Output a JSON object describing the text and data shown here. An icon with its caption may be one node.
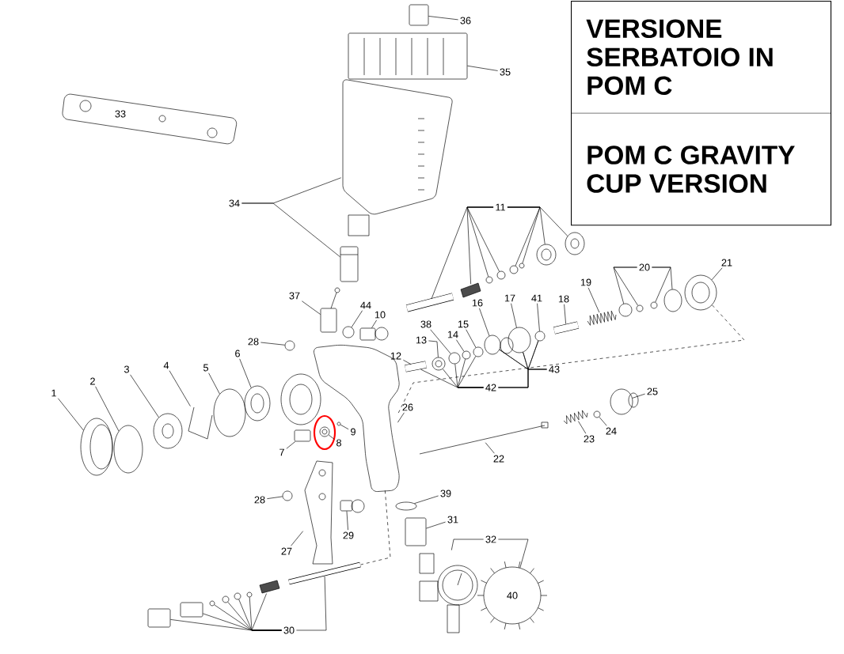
{
  "diagram": {
    "nodes": [
      {
        "text": [
          "VERSIONE SERBATOIO IN POM C",
          "POM C GRAVITY CUP VERSION"
        ]
      },
      {
        "text": [
          "1"
        ]
      },
      {
        "text": [
          "2"
        ]
      },
      {
        "text": [
          "3"
        ]
      },
      {
        "text": [
          "4"
        ]
      },
      {
        "text": [
          "5"
        ]
      },
      {
        "text": [
          "6"
        ]
      },
      {
        "text": [
          "7"
        ]
      },
      {
        "text": [
          "8"
        ]
      },
      {
        "text": [
          "9"
        ]
      },
      {
        "text": [
          "10"
        ]
      },
      {
        "text": [
          "11"
        ]
      },
      {
        "text": [
          "12"
        ]
      },
      {
        "text": [
          "13"
        ]
      },
      {
        "text": [
          "14"
        ]
      },
      {
        "text": [
          "15"
        ]
      },
      {
        "text": [
          "16"
        ]
      },
      {
        "text": [
          "17"
        ]
      },
      {
        "text": [
          "18"
        ]
      },
      {
        "text": [
          "19"
        ]
      },
      {
        "text": [
          "20"
        ]
      },
      {
        "text": [
          "21"
        ]
      },
      {
        "text": [
          "22"
        ]
      },
      {
        "text": [
          "23"
        ]
      },
      {
        "text": [
          "24"
        ]
      },
      {
        "text": [
          "25"
        ]
      },
      {
        "text": [
          "26"
        ]
      },
      {
        "text": [
          "27"
        ]
      },
      {
        "text": [
          "28"
        ]
      },
      {
        "text": [
          "28"
        ]
      },
      {
        "text": [
          "29"
        ]
      },
      {
        "text": [
          "30"
        ]
      },
      {
        "text": [
          "31"
        ]
      },
      {
        "text": [
          "32"
        ]
      },
      {
        "text": [
          "34"
        ]
      },
      {
        "text": [
          "35"
        ]
      },
      {
        "text": [
          "36"
        ]
      },
      {
        "text": [
          "37"
        ]
      },
      {
        "text": [
          "38"
        ]
      },
      {
        "text": [
          "39"
        ]
      },
      {
        "text": [
          "41"
        ]
      },
      {
        "text": [
          "42"
        ]
      },
      {
        "text": [
          "43"
        ]
      },
      {
        "text": [
          "44"
        ]
      },
      {
        "text": [
          "33"
        ]
      },
      {
        "text": [],
        "shape": "circle"
      },
      {
        "text": [],
        "shape": "circle"
      },
      {
        "text": [],
        "shape": "circle"
      },
      {
        "text": [],
        "shape": "picture"
      },
      {
        "text": [],
        "shape": "circle"
      },
      {
        "text": [],
        "shape": "circle"
      },
      {
        "text": [],
        "shape": "box"
      },
      {
        "text": [],
        "shape": "circle"
      },
      {
        "text": [],
        "shape": "circle"
      },
      {
        "text": [],
        "shape": "box"
      },
      {
        "text": [],
        "shape": "picture"
      },
      {
        "text": [],
        "shape": "picture"
      },
      {
        "text": [],
        "shape": "circle"
      },
      {
        "text": [],
        "shape": "circle"
      },
      {
        "text": [],
        "shape": "circle"
      },
      {
        "text": [],
        "shape": "circle"
      },
      {
        "text": [],
        "shape": "circle"
      },
      {
        "text": [],
        "shape": "circle"
      },
      {
        "text": [],
        "shape": "picture"
      },
      {
        "text": [],
        "shape": "circle"
      },
      {
        "text": [],
        "shape": "circle"
      },
      {
        "text": [],
        "shape": "circle"
      },
      {
        "text": [],
        "shape": "circle"
      },
      {
        "text": [],
        "shape": "circle"
      },
      {
        "text": [],
        "shape": "picture"
      },
      {
        "text": [],
        "shape": "picture"
      },
      {
        "text": [],
        "shape": "circle"
      },
      {
        "text": [],
        "shape": "circle"
      },
      {
        "text": [],
        "shape": "circle"
      },
      {
        "text": [],
        "shape": "circle"
      },
      {
        "text": [],
        "shape": "circle"
      },
      {
        "text": [],
        "shape": "picture"
      },
      {
        "text": [],
        "shape": "circle"
      },
      {
        "text": [],
        "shape": "picture"
      },
      {
        "text": [],
        "shape": "circle"
      },
      {
        "text": [],
        "shape": "circle"
      },
      {
        "text": [],
        "shape": "picture"
      },
      {
        "text": [],
        "shape": "picture"
      },
      {
        "text": [],
        "shape": "circle"
      },
      {
        "text": [],
        "shape": "circle"
      },
      {
        "text": [],
        "shape": "box"
      },
      {
        "text": [],
        "shape": "box"
      },
      {
        "text": [],
        "shape": "box"
      },
      {
        "text": [],
        "shape": "circle"
      },
      {
        "text": [],
        "shape": "circle"
      },
      {
        "text": [],
        "shape": "circle"
      },
      {
        "text": [],
        "shape": "circle"
      },
      {
        "text": [],
        "shape": "picture"
      },
      {
        "text": [],
        "shape": "picture"
      },
      {
        "text": [],
        "shape": "box"
      },
      {
        "text": [],
        "shape": "circle"
      },
      {
        "text": [],
        "shape": "picture"
      },
      {
        "text": [
          "40"
        ]
      },
      {
        "text": [],
        "shape": "picture"
      },
      {
        "text": [],
        "shape": "box"
      },
      {
        "text": [],
        "shape": "box"
      },
      {
        "text": [],
        "shape": "box"
      },
      {
        "text": [],
        "shape": "box"
      },
      {
        "text": [],
        "shape": "circle"
      },
      {
        "text": [],
        "shape": "circle"
      }
    ],
    "edges": [
      {
        "from": 1,
        "to": 45,
        "arrow": "none"
      },
      {
        "from": 2,
        "to": 46,
        "arrow": "none"
      },
      {
        "from": 3,
        "to": 47,
        "arrow": "none"
      },
      {
        "from": 4,
        "to": 48,
        "arrow": "none"
      },
      {
        "from": 5,
        "to": 49,
        "arrow": "none"
      },
      {
        "from": 6,
        "to": 50,
        "arrow": "none"
      },
      {
        "from": 7,
        "to": 51,
        "arrow": "none"
      },
      {
        "from": 8,
        "to": 52,
        "arrow": "none"
      },
      {
        "from": 9,
        "to": 53,
        "arrow": "none"
      },
      {
        "from": 10,
        "to": 54,
        "arrow": "none"
      },
      {
        "from": 11,
        "to": 55,
        "arrow": "none"
      },
      {
        "from": 11,
        "to": 56,
        "arrow": "none"
      },
      {
        "from": 11,
        "to": 57,
        "arrow": "none"
      },
      {
        "from": 11,
        "to": 58,
        "arrow": "none"
      },
      {
        "from": 11,
        "to": 59,
        "arrow": "none"
      },
      {
        "from": 11,
        "to": 60,
        "arrow": "none"
      },
      {
        "from": 11,
        "to": 61,
        "arrow": "none"
      },
      {
        "from": 11,
        "to": 62,
        "arrow": "none"
      },
      {
        "from": 12,
        "to": 63,
        "arrow": "none"
      },
      {
        "from": 13,
        "to": 64,
        "arrow": "none"
      },
      {
        "from": 14,
        "to": 65,
        "arrow": "none"
      },
      {
        "from": 15,
        "to": 66,
        "arrow": "none"
      },
      {
        "from": 16,
        "to": 67,
        "arrow": "none"
      },
      {
        "from": 17,
        "to": 68,
        "arrow": "none"
      },
      {
        "from": 18,
        "to": 69,
        "arrow": "none"
      },
      {
        "from": 19,
        "to": 70,
        "arrow": "none"
      },
      {
        "from": 20,
        "to": 71,
        "arrow": "none"
      },
      {
        "from": 20,
        "to": 72,
        "arrow": "none"
      },
      {
        "from": 20,
        "to": 73,
        "arrow": "none"
      },
      {
        "from": 20,
        "to": 74,
        "arrow": "none"
      },
      {
        "from": 21,
        "to": 75,
        "arrow": "none"
      },
      {
        "from": 22,
        "to": 76,
        "arrow": "none"
      },
      {
        "from": 23,
        "to": 78,
        "arrow": "none"
      },
      {
        "from": 24,
        "to": 79,
        "arrow": "none"
      },
      {
        "from": 25,
        "to": 80,
        "arrow": "none"
      },
      {
        "from": 26,
        "to": 81,
        "arrow": "none"
      },
      {
        "from": 27,
        "to": 82,
        "arrow": "none"
      },
      {
        "from": 28,
        "to": 83,
        "arrow": "none"
      },
      {
        "from": 29,
        "to": 84,
        "arrow": "none"
      },
      {
        "from": 30,
        "to": 85,
        "arrow": "none"
      },
      {
        "from": 31,
        "to": 86,
        "arrow": "none"
      },
      {
        "from": 31,
        "to": 87,
        "arrow": "none"
      },
      {
        "from": 31,
        "to": 88,
        "arrow": "none"
      },
      {
        "from": 31,
        "to": 89,
        "arrow": "none"
      },
      {
        "from": 31,
        "to": 90,
        "arrow": "none"
      },
      {
        "from": 31,
        "to": 91,
        "arrow": "none"
      },
      {
        "from": 31,
        "to": 92,
        "arrow": "none"
      },
      {
        "from": 31,
        "to": 93,
        "arrow": "none"
      },
      {
        "from": 32,
        "to": 94,
        "arrow": "none"
      },
      {
        "from": 33,
        "to": 96,
        "arrow": "none"
      },
      {
        "from": 33,
        "to": 97,
        "arrow": "none"
      },
      {
        "from": 34,
        "to": 98,
        "arrow": "none"
      },
      {
        "from": 34,
        "to": 99,
        "arrow": "none"
      },
      {
        "from": 35,
        "to": 100,
        "arrow": "none"
      },
      {
        "from": 36,
        "to": 101,
        "arrow": "none"
      },
      {
        "from": 37,
        "to": 102,
        "arrow": "none"
      },
      {
        "from": 38,
        "to": 103,
        "arrow": "none"
      },
      {
        "from": 39,
        "to": 95,
        "arrow": "none"
      },
      {
        "from": 40,
        "to": 77,
        "arrow": "none"
      },
      {
        "from": 41,
        "to": 63,
        "arrow": "none"
      },
      {
        "from": 41,
        "to": 64,
        "arrow": "none"
      },
      {
        "from": 41,
        "to": 103,
        "arrow": "none"
      },
      {
        "from": 41,
        "to": 65,
        "arrow": "none"
      },
      {
        "from": 41,
        "to": 66,
        "arrow": "none"
      },
      {
        "from": 41,
        "to": 67,
        "arrow": "none"
      },
      {
        "from": 41,
        "to": 68,
        "arrow": "none"
      },
      {
        "from": 41,
        "to": 77,
        "arrow": "none"
      },
      {
        "from": 42,
        "to": 67,
        "arrow": "none"
      },
      {
        "from": 42,
        "to": 68,
        "arrow": "none"
      },
      {
        "from": 42,
        "to": 77,
        "arrow": "none"
      },
      {
        "from": 43,
        "to": 104,
        "arrow": "none"
      },
      {
        "from": 75,
        "to": 81,
        "arrow": "none",
        "style": "dashed"
      },
      {
        "from": 81,
        "to": 93,
        "arrow": "none",
        "style": "dashed"
      }
    ]
  }
}
